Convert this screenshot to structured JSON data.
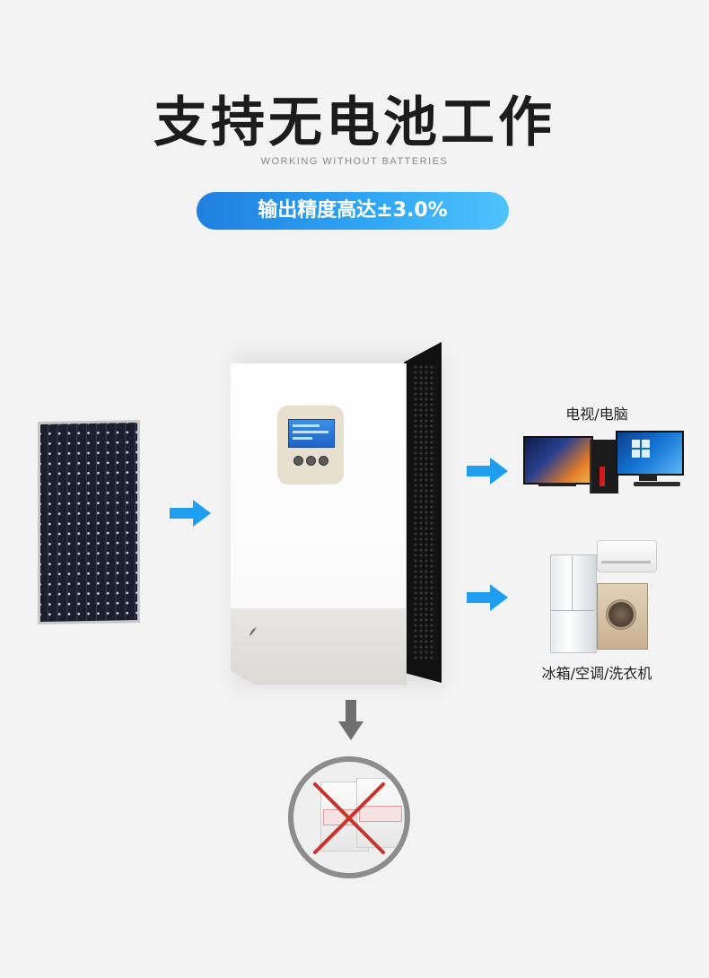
{
  "header": {
    "title": "支持无电池工作",
    "subtitle": "WORKING WITHOUT BATTERIES",
    "badge": "输出精度高达±3.0%"
  },
  "outputs": {
    "electronics_label": "电视/电脑",
    "appliances_label": "冰箱/空调/洗衣机"
  },
  "colors": {
    "accent_blue": "#2fa6f5",
    "arrow_blue": "#1f9ef0",
    "cross_red": "#c8332c",
    "ring_gray": "#8d8d8d"
  },
  "icons": {
    "flow_arrow": "arrow-right-icon",
    "down_arrow": "arrow-down-icon",
    "no_battery": "no-battery-icon"
  }
}
